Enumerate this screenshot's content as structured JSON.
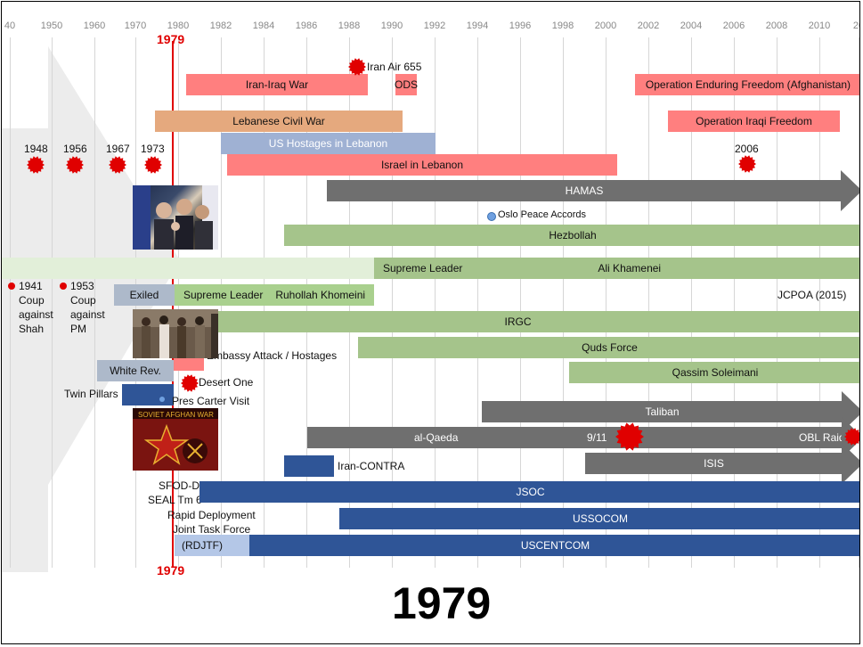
{
  "axis_ticks": [
    "40",
    "1950",
    "1960",
    "1970",
    "1980",
    "1982",
    "1984",
    "1986",
    "1988",
    "1990",
    "1992",
    "1994",
    "1996",
    "1998",
    "2000",
    "2002",
    "2004",
    "2006",
    "2008",
    "2010",
    "20"
  ],
  "year_marker": {
    "top": "1979",
    "bottom": "1979",
    "big": "1979",
    "color": "#e00000"
  },
  "bars": {
    "iran_iraq_war": "Iran-Iraq War",
    "ods": "ODS",
    "oef": "Operation Enduring Freedom (Afghanistan)",
    "lebanese_civil_war": "Lebanese Civil War",
    "oif": "Operation Iraqi Freedom",
    "us_hostages": "US Hostages in Lebanon",
    "israel_lebanon": "Israel in Lebanon",
    "hamas": "HAMAS",
    "hezbollah": "Hezbollah",
    "supreme_leader_2": "Supreme Leader",
    "ali_khamenei": "Ali Khamenei",
    "exiled": "Exiled",
    "supreme_leader_1": "Supreme Leader",
    "khomeini": "Ruhollah Khomeini",
    "irgc": "IRGC",
    "quds": "Quds Force",
    "soleimani": "Qassim Soleimani",
    "white_rev": "White Rev.",
    "taliban": "Taliban",
    "alqaeda": "al-Qaeda",
    "isis": "ISIS",
    "jsoc": "JSOC",
    "ussocom": "USSOCOM",
    "uscentcom": "USCENTCOM",
    "rdjtf": "(RDJTF)"
  },
  "events": {
    "iran_air": "Iran Air 655",
    "y1948": "1948",
    "y1956": "1956",
    "y1967": "1967",
    "y1973": "1973",
    "y2006": "2006",
    "oslo": "Oslo Peace Accords",
    "coup1941": "1941\nCoup\nagainst\nShah",
    "coup1953": "1953\nCoup\nagainst\nPM",
    "jcpoa": "JCPOA (2015)",
    "embassy": "Embassy Attack / Hostages",
    "desert_one": "Desert One",
    "twin_pillars": "Twin Pillars",
    "carter": "Pres Carter Visit",
    "nine_eleven": "9/11",
    "obl": "OBL Raid",
    "iran_contra": "Iran-CONTRA",
    "sfod": "SFOD-D",
    "seal": "SEAL Tm 6",
    "rapid": "Rapid Deployment",
    "jtf": "Joint Task Force"
  },
  "colors": {
    "red_bar": "#ff7f7f",
    "green_bar": "#a5c48b",
    "gray_arrow": "#6f6f6f",
    "navy_bar": "#2f5597",
    "burst": "#e00000"
  }
}
